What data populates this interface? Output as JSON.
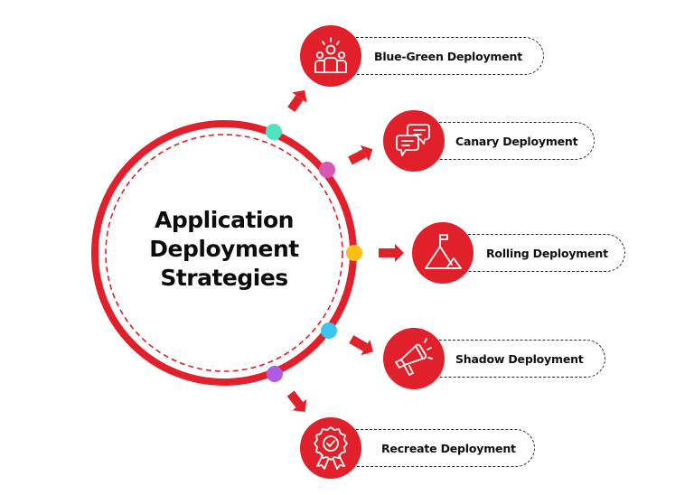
{
  "title": {
    "lines": [
      "Application",
      "Deployment",
      "Strategies"
    ]
  },
  "colors": {
    "primary_red": "#e0202b",
    "dot_teal": "#4ee3c1",
    "dot_magenta": "#d458b4",
    "dot_yellow": "#fbbf16",
    "dot_blue": "#3cc4f5",
    "dot_purple": "#b05be0",
    "text": "#111111",
    "dashed_border": "#2a2a2a"
  },
  "strategies": [
    {
      "label": "Blue-Green Deployment",
      "icon": "team-group-icon",
      "dot_color": "#4ee3c1"
    },
    {
      "label": "Canary Deployment",
      "icon": "chat-bubbles-icon",
      "dot_color": "#d458b4"
    },
    {
      "label": "Rolling Deployment",
      "icon": "mountain-flag-icon",
      "dot_color": "#fbbf16"
    },
    {
      "label": "Shadow Deployment",
      "icon": "megaphone-icon",
      "dot_color": "#3cc4f5"
    },
    {
      "label": "Recreate Deployment",
      "icon": "award-badge-icon",
      "dot_color": "#b05be0"
    }
  ]
}
